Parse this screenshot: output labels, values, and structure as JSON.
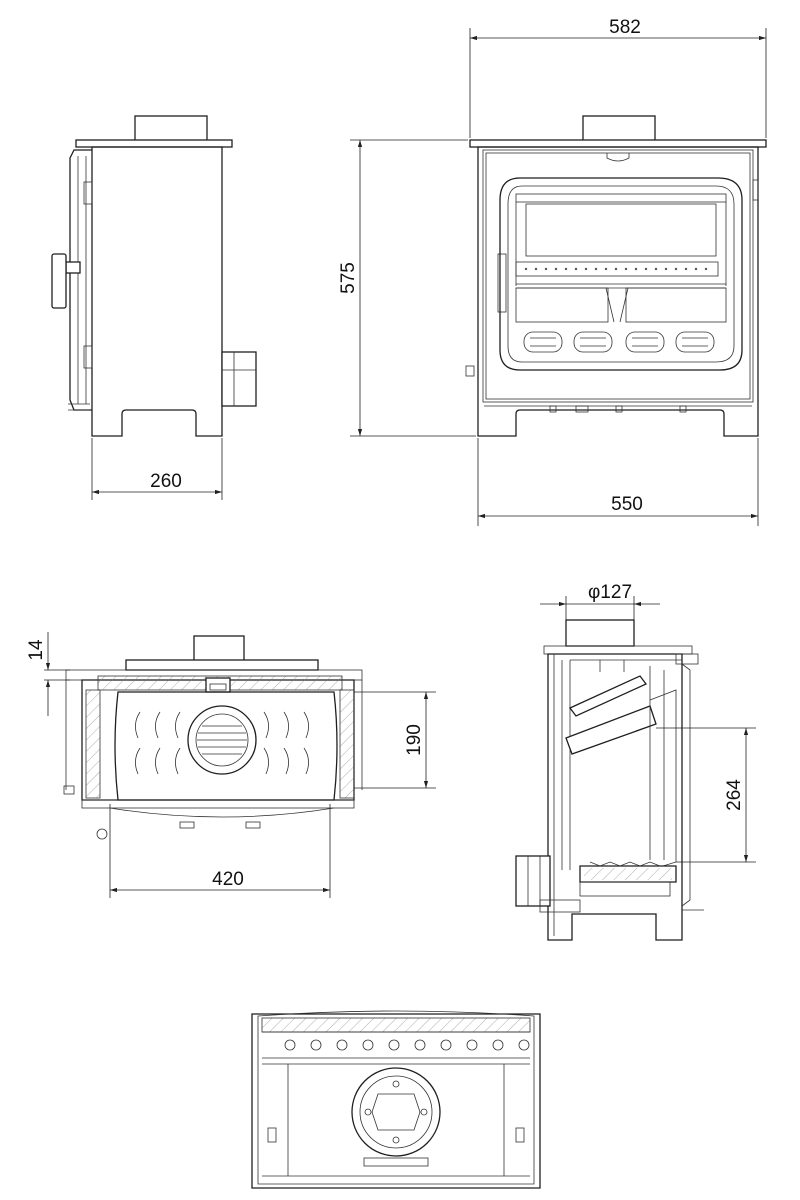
{
  "dimensions": {
    "top_overall_width": "582",
    "height": "575",
    "side_depth": "260",
    "body_width": "550",
    "plan_small_gap": "14",
    "plan_depth": "190",
    "plan_width": "420",
    "flue_diameter": "φ127",
    "section_height": "264"
  }
}
